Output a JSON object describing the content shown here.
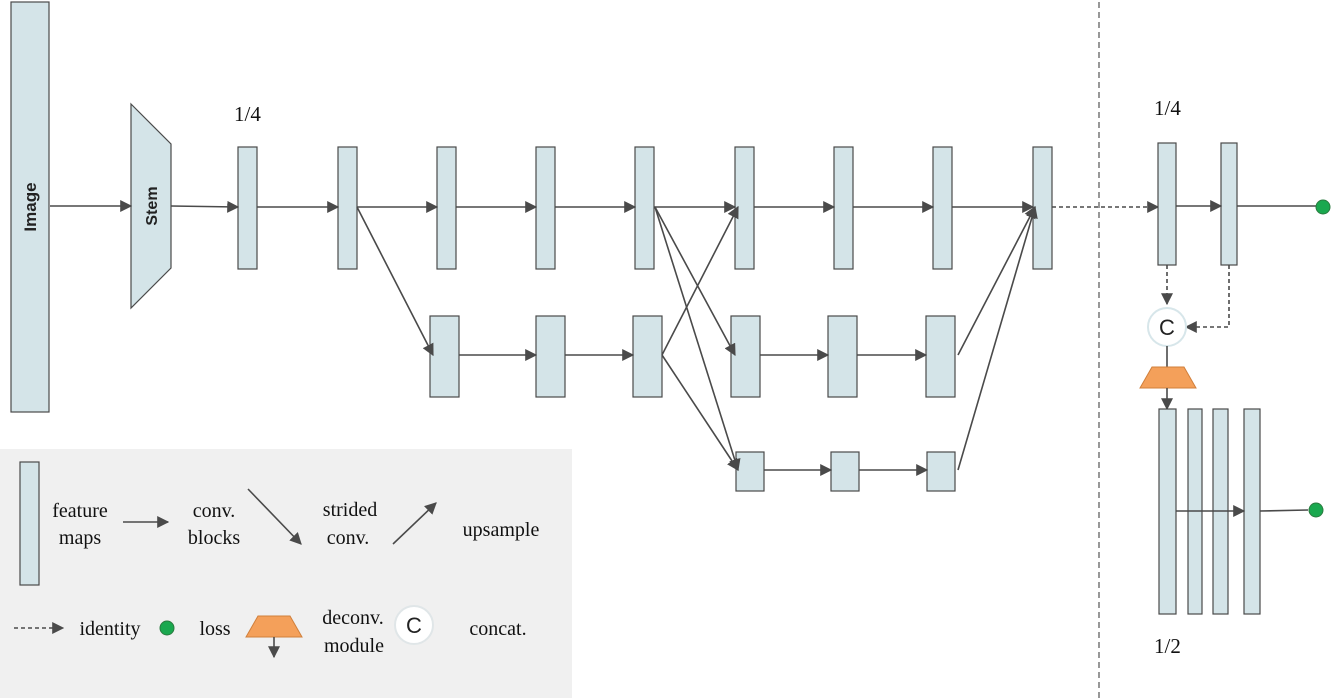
{
  "labels": {
    "image": "Image",
    "stem": "Stem",
    "scale_quarter_top": "1/4",
    "scale_quarter_right": "1/4",
    "scale_half": "1/2",
    "concat_symbol": "C"
  },
  "legend": {
    "feature_maps": [
      "feature",
      "maps"
    ],
    "conv_blocks": [
      "conv.",
      "blocks"
    ],
    "strided_conv": [
      "strided",
      "conv."
    ],
    "upsample": "upsample",
    "identity": "identity",
    "loss": "loss",
    "deconv_module": [
      "deconv.",
      "module"
    ],
    "concat_symbol": "C",
    "concat": "concat."
  },
  "colors": {
    "feature_map_fill": "#d4e4e8",
    "stroke": "#4a4a4a",
    "loss_dot": "#1aa84f",
    "deconv_fill": "#f4a05a",
    "legend_background": "#f0f0f0"
  }
}
